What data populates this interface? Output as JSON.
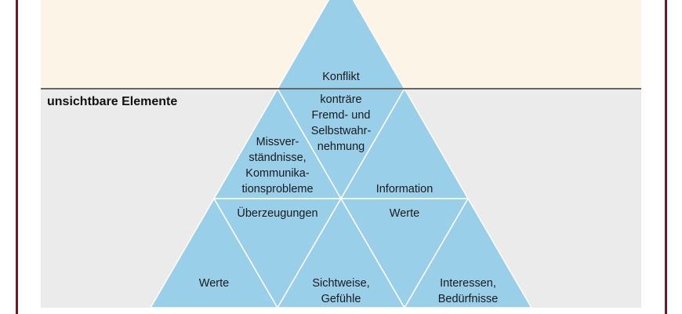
{
  "colors": {
    "triangle": "#9acfea",
    "frame": "#6e1a24",
    "visible_bg": "#fdf4e8",
    "invisible_bg": "#ebebeb",
    "waterline": "#666666"
  },
  "sections": {
    "invisible_label": "unsichtbare Elemente"
  },
  "triangles": {
    "top": [
      "Konflikt"
    ],
    "center": [
      "konträre",
      "Fremd- und",
      "Selbstwahr-",
      "nehmung"
    ],
    "left_mid": [
      "Missver-",
      "ständnisse,",
      "Kommunika-",
      "tionsprobleme"
    ],
    "right_mid": [
      "Information"
    ],
    "down_left": [
      "Überzeugungen"
    ],
    "down_right": [
      "Werte"
    ],
    "bottom_left": [
      "Werte"
    ],
    "bottom_center": [
      "Sichtweise,",
      "Gefühle"
    ],
    "bottom_right": [
      "Interessen,",
      "Bedürfnisse"
    ]
  }
}
